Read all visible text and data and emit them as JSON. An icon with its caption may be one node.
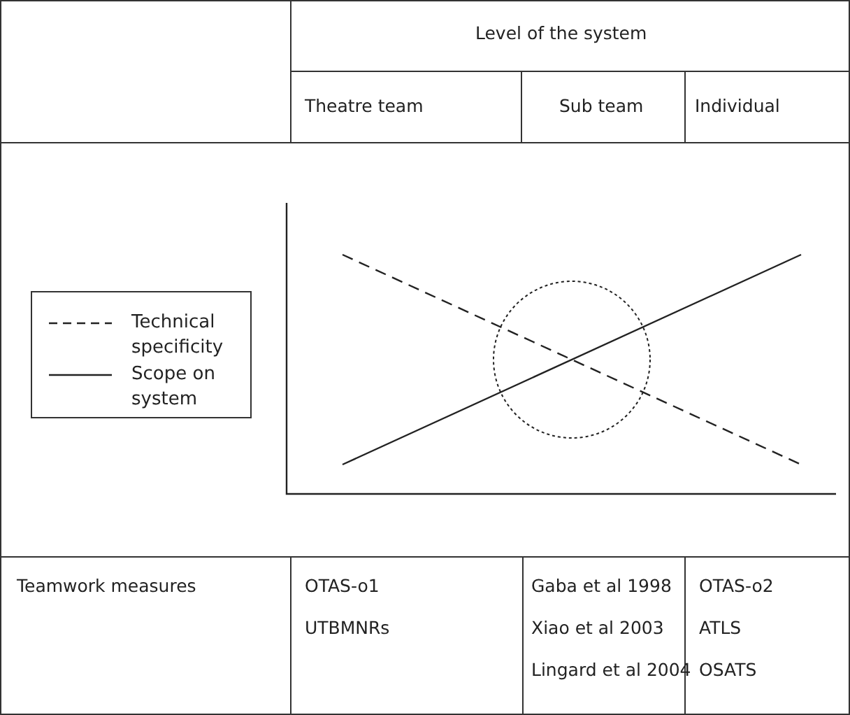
{
  "diagram": {
    "labels": [
      "Level of the system",
      "Theatre team",
      "Sub team",
      "Individual",
      "Teamwork measures",
      "OTAS-o1",
      "UTBMNRs",
      "Gaba et al 1998",
      "Xiao et al 2003",
      "Lingard et al 2004",
      "OTAS-o2",
      "ATLS",
      "OSATS"
    ],
    "legend": [
      {
        "text": "Technical specificity"
      },
      {
        "text": "Scope on system"
      }
    ]
  }
}
